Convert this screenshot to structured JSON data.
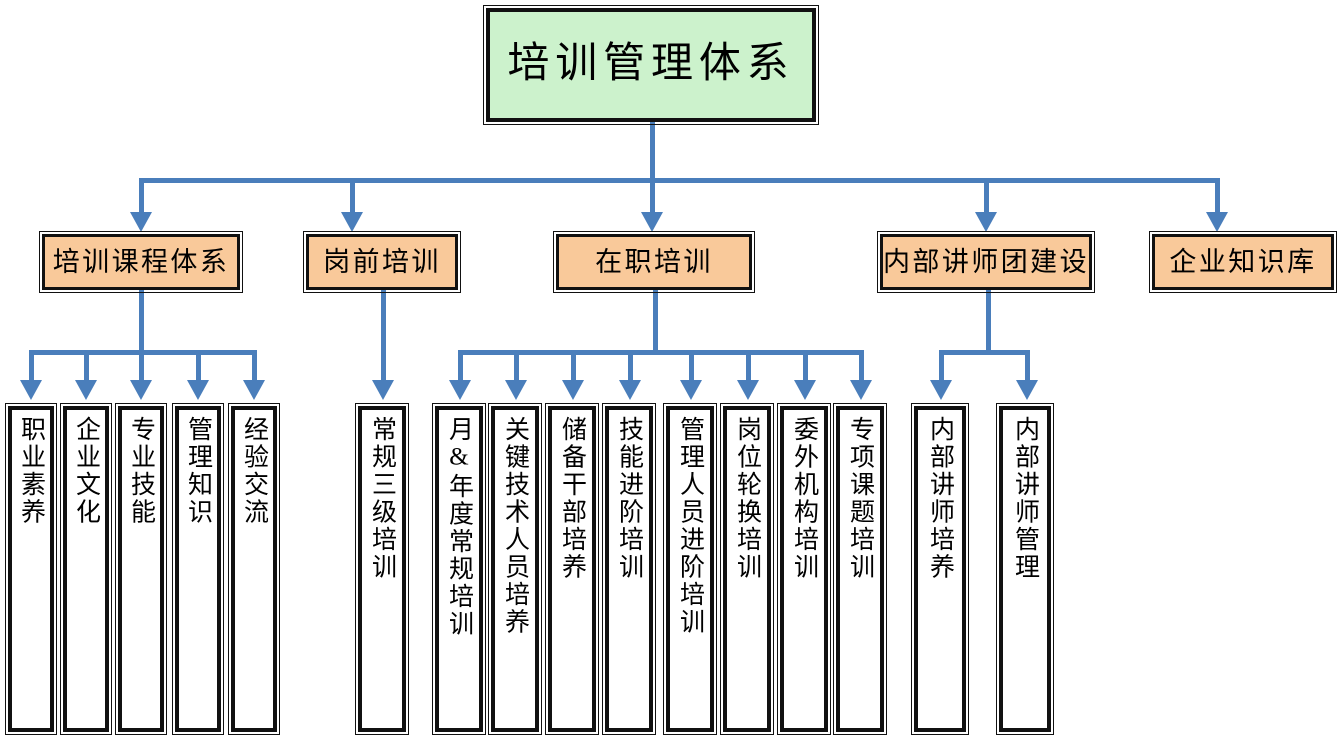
{
  "diagram": {
    "title": "培训管理体系",
    "type": "organizational-tree",
    "colors": {
      "root_fill": "#CCF2CC",
      "branch_fill": "#F9C99A",
      "leaf_fill": "#FFFFFF",
      "border": "#111111",
      "connector": "#4A7EBB",
      "background": "#FFFFFF"
    },
    "root": {
      "label": "培训管理体系"
    },
    "branches": [
      {
        "id": "curriculum",
        "label": "培训课程体系"
      },
      {
        "id": "preJob",
        "label": "岗前培训"
      },
      {
        "id": "onJob",
        "label": "在职培训"
      },
      {
        "id": "lecturer",
        "label": "内部讲师团建设"
      },
      {
        "id": "knowledge",
        "label": "企业知识库"
      }
    ],
    "leaves": {
      "curriculum": [
        {
          "label": "职业素养"
        },
        {
          "label": "企业文化"
        },
        {
          "label": "专业技能"
        },
        {
          "label": "管理知识"
        },
        {
          "label": "经验交流"
        }
      ],
      "preJob": [
        {
          "label": "常规三级培训"
        }
      ],
      "onJob": [
        {
          "label": "月&年度常规培训"
        },
        {
          "label": "关键技术人员培养"
        },
        {
          "label": "储备干部培养"
        },
        {
          "label": "技能进阶培训"
        },
        {
          "label": "管理人员进阶培训"
        },
        {
          "label": "岗位轮换培训"
        },
        {
          "label": "委外机构培训"
        },
        {
          "label": "专项课题培训"
        }
      ],
      "lecturer": [
        {
          "label": "内部讲师培养"
        },
        {
          "label": "内部讲师管理"
        }
      ],
      "knowledge": []
    }
  }
}
